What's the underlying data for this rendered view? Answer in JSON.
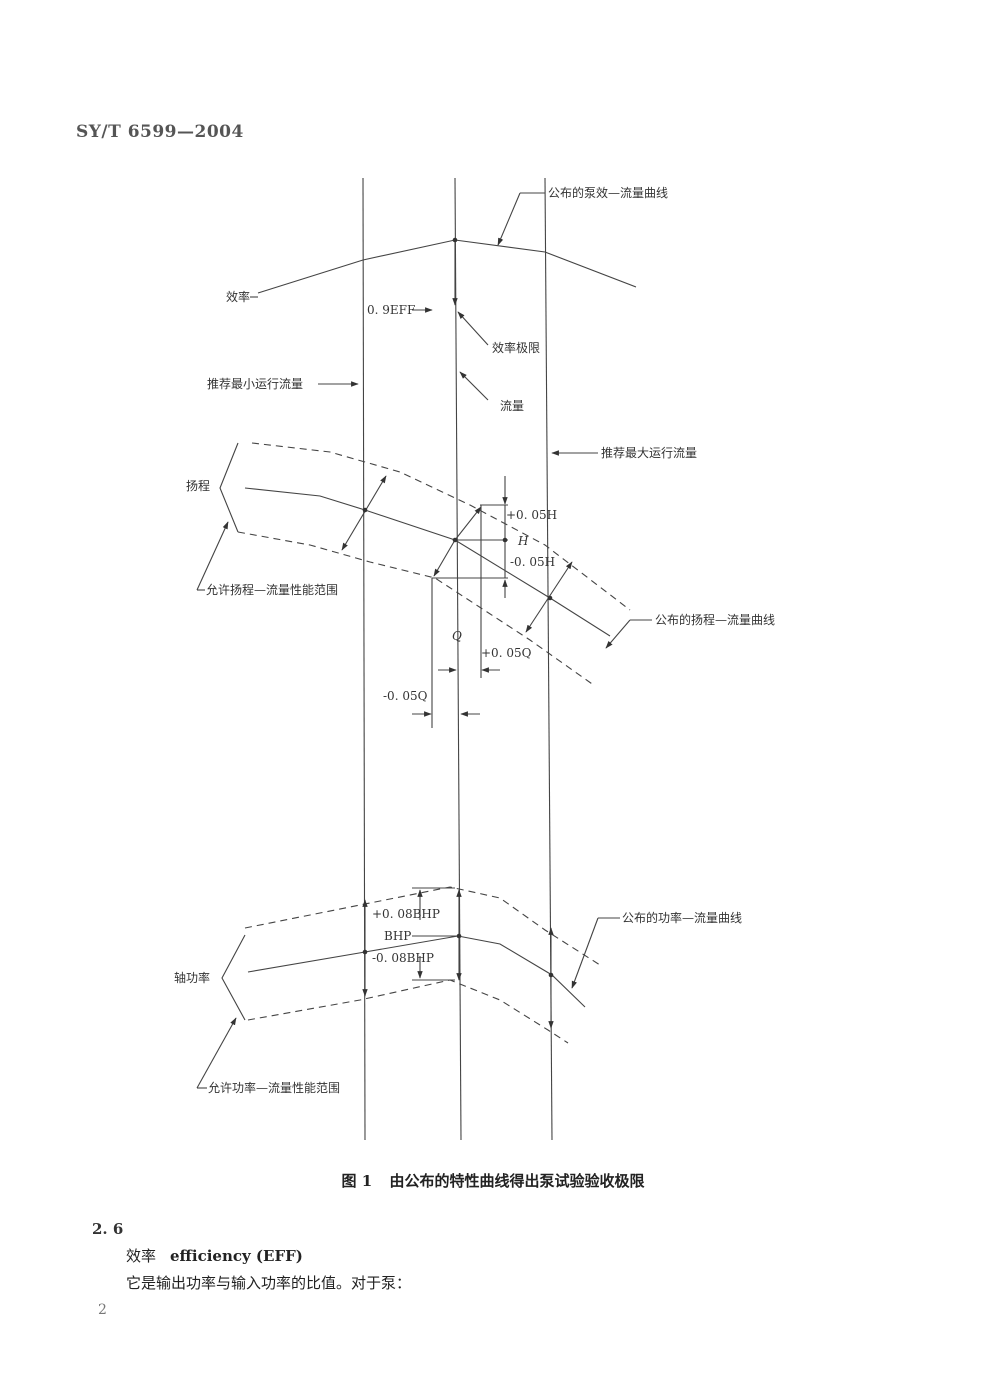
{
  "header": {
    "code": "SY/T 6599—2004"
  },
  "figure": {
    "labels": {
      "eff_curve": "公布的泵效—流量曲线",
      "efficiency": "效率",
      "eff_09": "0. 9EFF",
      "eff_limit": "效率极限",
      "min_flow": "推荐最小运行流量",
      "flow": "流量",
      "max_flow": "推荐最大运行流量",
      "head": "扬程",
      "plus_005H": "+0. 05H",
      "H": "H",
      "minus_005H": "-0. 05H",
      "head_range": "允许扬程—流量性能范围",
      "head_curve": "公布的扬程—流量曲线",
      "Q": "Q",
      "plus_005Q": "+0. 05Q",
      "minus_005Q": "-0. 05Q",
      "plus_008BHP": "+0. 08BHP",
      "BHP": "BHP",
      "minus_008BHP": "-0. 08BHP",
      "power_curve": "公布的功率—流量曲线",
      "shaft_power": "轴功率",
      "power_range": "允许功率—流量性能范围"
    },
    "caption": {
      "number": "图 1",
      "title": "由公布的特性曲线得出泵试验验收极限"
    }
  },
  "section": {
    "number": "2. 6",
    "term_zh": "效率",
    "term_en": "efficiency (EFF)",
    "definition": "它是输出功率与输入功率的比值。对于泵："
  },
  "page_number": "2"
}
